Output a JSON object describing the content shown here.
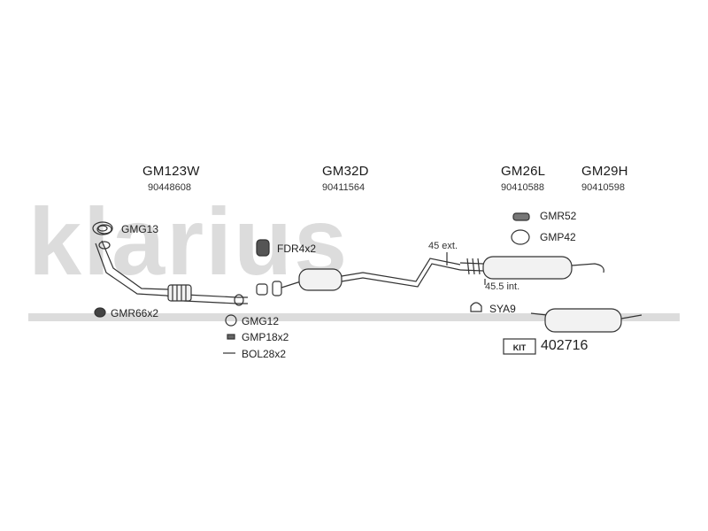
{
  "watermark": {
    "text": "klarius"
  },
  "parts": {
    "front_pipe": {
      "code": "GM123W",
      "number": "90448608"
    },
    "middle_silencer": {
      "code": "GM32D",
      "number": "90411564"
    },
    "rear_silencer_l": {
      "code": "GM26L",
      "number": "90410588"
    },
    "rear_silencer_h": {
      "code": "GM29H",
      "number": "90410598"
    }
  },
  "fittings": {
    "gmg13": "GMG13",
    "gmr66": "GMR66x2",
    "fdr4": "FDR4x2",
    "gmg12": "GMG12",
    "gmp18": "GMP18x2",
    "bol28": "BOL28x2",
    "gmr52": "GMR52",
    "gmp42": "GMP42",
    "sya9": "SYA9"
  },
  "dimensions": {
    "ext": "45 ext.",
    "int": "45.5 int."
  },
  "kit": {
    "badge": "KIT",
    "number": "402716"
  },
  "colors": {
    "watermark": "#dcdcdc",
    "line": "#333333",
    "part_fill": "#f2f2f2"
  }
}
